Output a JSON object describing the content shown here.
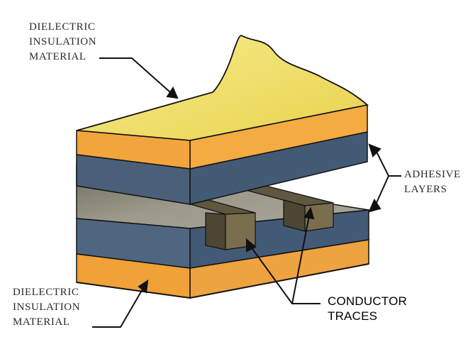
{
  "labels": {
    "top_dielectric": "DIELECTRIC\nINSULATION\nMATERIAL",
    "adhesive": "ADHESIVE\nLAYERS",
    "bottom_dielectric": "DIELECTRIC\nINSULATION\nMATERIAL",
    "conductor": "CONDUCTOR\nTRACES"
  },
  "colors": {
    "dielectric_top": "#f2e36a",
    "dielectric_side": "#f0a540",
    "adhesive": "#4a5f78",
    "conductor": "#6b6148",
    "base_surface": "#8a8676",
    "outline": "#111111"
  }
}
